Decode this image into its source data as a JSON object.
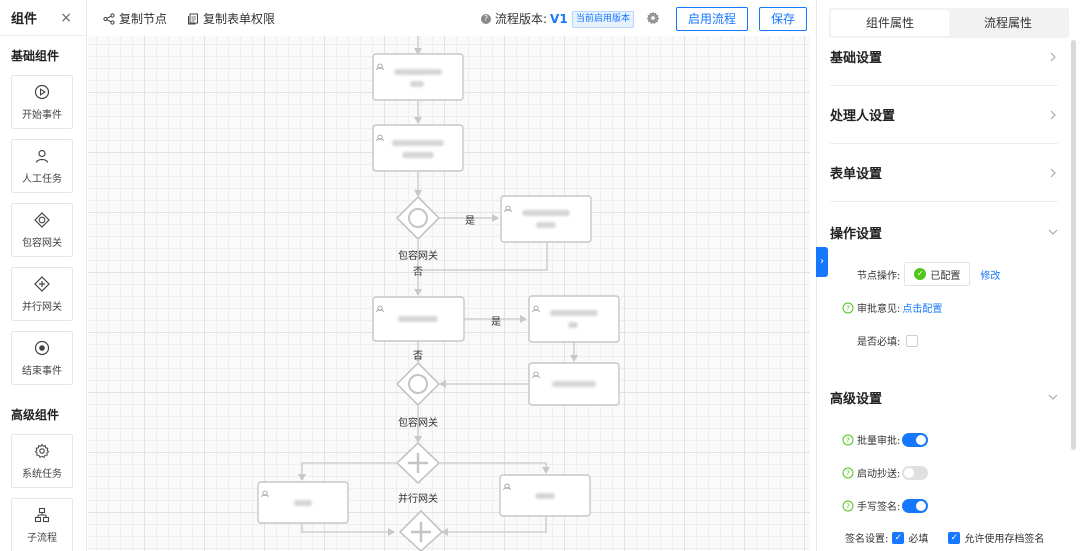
{
  "left_panel": {
    "title": "组件",
    "close_label": "×",
    "basic_group_title": "基础组件",
    "advanced_group_title": "高级组件",
    "basic_items": [
      {
        "label": "开始事件",
        "icon": "play-circle-icon"
      },
      {
        "label": "人工任务",
        "icon": "user-icon"
      },
      {
        "label": "包容网关",
        "icon": "diamond-circle-icon"
      },
      {
        "label": "并行网关",
        "icon": "diamond-plus-icon"
      },
      {
        "label": "结束事件",
        "icon": "stop-circle-icon"
      }
    ],
    "advanced_items": [
      {
        "label": "系统任务",
        "icon": "gear-icon"
      },
      {
        "label": "子流程",
        "icon": "hierarchy-icon"
      }
    ]
  },
  "toolbar": {
    "copy_node": "复制节点",
    "copy_form_permission": "复制表单权限",
    "version_label": "流程版本:",
    "version_value": "V1",
    "current_badge": "当前启用版本",
    "enable_button": "启用流程",
    "save_button": "保存"
  },
  "canvas": {
    "labels": {
      "yes1": "是",
      "gateway1": "包容网关",
      "no1": "否",
      "yes2": "是",
      "no2": "否",
      "gateway2": "包容网关",
      "parallel": "并行网关"
    }
  },
  "right_panel": {
    "tabs": [
      "组件属性",
      "流程属性"
    ],
    "sections": {
      "basic": "基础设置",
      "handler": "处理人设置",
      "form": "表单设置",
      "operation": "操作设置",
      "advanced": "高级设置"
    },
    "operation": {
      "node_op_label": "节点操作:",
      "configured": "已配置",
      "modify": "修改",
      "approval_label": "审批意见:",
      "click_config": "点击配置",
      "required_label": "是否必填:"
    },
    "advanced": {
      "batch_approve": "批量审批:",
      "start_cc": "启动抄送:",
      "handwritten": "手写签名:",
      "sign_settings": "签名设置:",
      "required": "必填",
      "allow_archive": "允许使用存档签名",
      "batch_on": true,
      "cc_on": false,
      "handwritten_on": true
    }
  },
  "colors": {
    "accent": "#1677ff",
    "success": "#52c41a"
  }
}
